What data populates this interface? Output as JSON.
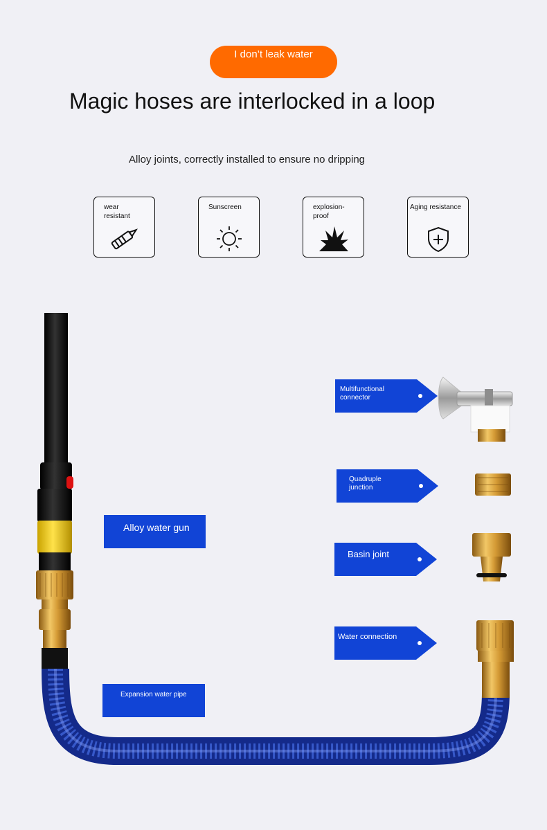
{
  "badge": {
    "text": "I don’t leak water"
  },
  "headline": "Magic hoses are interlocked in a loop",
  "subline": "Alloy joints, correctly installed to ensure no dripping",
  "features": [
    {
      "label": "wear\nresistant",
      "icon": "utility-knife-icon"
    },
    {
      "label": "Sunscreen",
      "icon": "sun-icon"
    },
    {
      "label": "explosion-\nproof",
      "icon": "explosion-icon"
    },
    {
      "label": "Aging resistance",
      "icon": "shield-plus-icon"
    }
  ],
  "callouts": {
    "multifunctional_connector": "Multifunctional\nconnector",
    "quadruple_junction": "Quadruple\njunction",
    "basin_joint": "Basin joint",
    "water_connection": "Water connection",
    "alloy_water_gun": "Alloy water gun",
    "expansion_water_pipe": "Expansion water pipe"
  },
  "colors": {
    "accent": "#ff6a00",
    "tag_blue": "#1144d6",
    "hose_blue": "#1f3fb0",
    "brass": "#d9a441"
  }
}
